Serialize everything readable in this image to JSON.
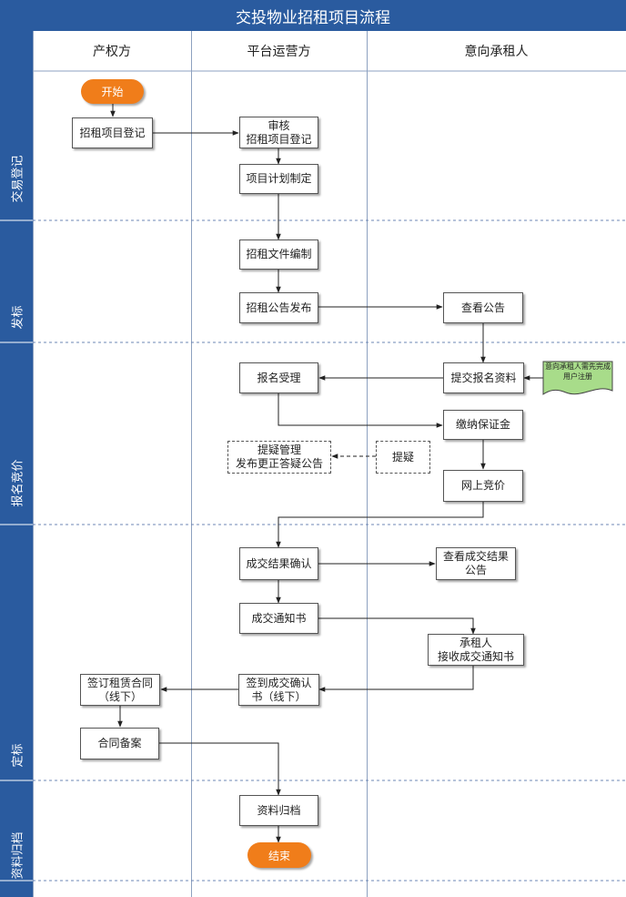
{
  "title": "交投物业招租项目流程",
  "lanes": [
    "产权方",
    "平台运营方",
    "意向承租人"
  ],
  "phases": [
    "交易登记",
    "发标",
    "报名竞价",
    "定标",
    "资料归档"
  ],
  "nodes": {
    "start": "开始",
    "register": "招租项目登记",
    "review": "审核\n招租项目登记",
    "plan": "项目计划制定",
    "prepare_docs": "招租文件编制",
    "publish_notice": "招租公告发布",
    "view_notice": "查看公告",
    "accept_signup": "报名受理",
    "submit_signup": "提交报名资料",
    "register_note": "意向承租人需先完成用户注册",
    "pay_deposit": "缴纳保证金",
    "query_manage": "提疑管理\n发布更正答疑公告",
    "raise_query": "提疑",
    "online_bid": "网上竞价",
    "confirm_result": "成交结果确认",
    "view_result": "查看成交结果\n公告",
    "notice_of_deal": "成交通知书",
    "lessee_receive": "承租人\n接收成交通知书",
    "sign_lease": "签订租赁合同\n（线下）",
    "sign_confirm": "签到成交确认\n书（线下）",
    "contract_filing": "合同备案",
    "archive": "资料归档",
    "end": "结束"
  },
  "colors": {
    "header_blue": "#2a5b9f",
    "terminal_orange": "#f07d1a",
    "note_green": "#a8dc8a"
  }
}
